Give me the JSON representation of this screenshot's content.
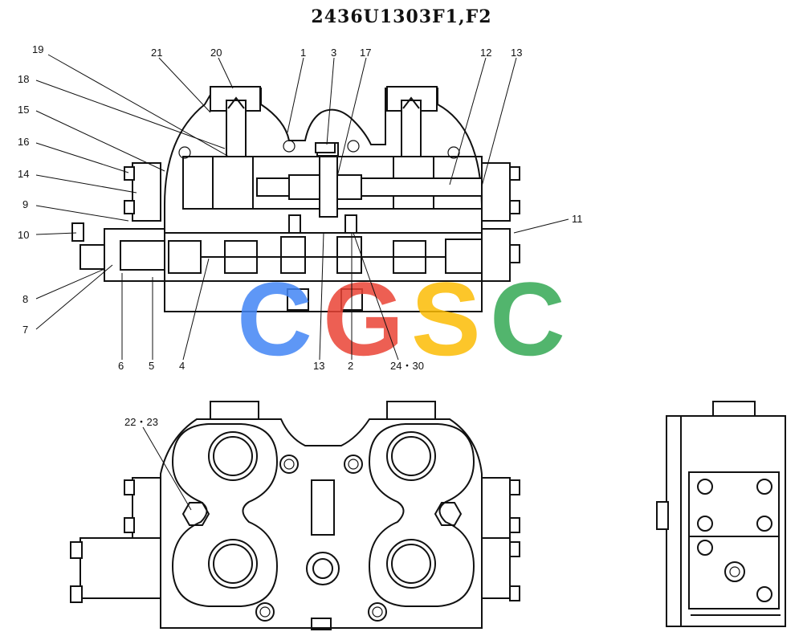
{
  "title": "2436U1303F1,F2",
  "watermark": {
    "letters": [
      "C",
      "G",
      "S",
      "C"
    ],
    "colors": [
      "#4285F4",
      "#EA4335",
      "#FBBC05",
      "#34A853"
    ]
  },
  "callouts": [
    "19",
    "21",
    "20",
    "1",
    "3",
    "17",
    "12",
    "13",
    "18",
    "15",
    "16",
    "14",
    "9",
    "10",
    "11",
    "8",
    "7",
    "6",
    "5",
    "4",
    "13",
    "2",
    "24・30",
    "22・23"
  ]
}
